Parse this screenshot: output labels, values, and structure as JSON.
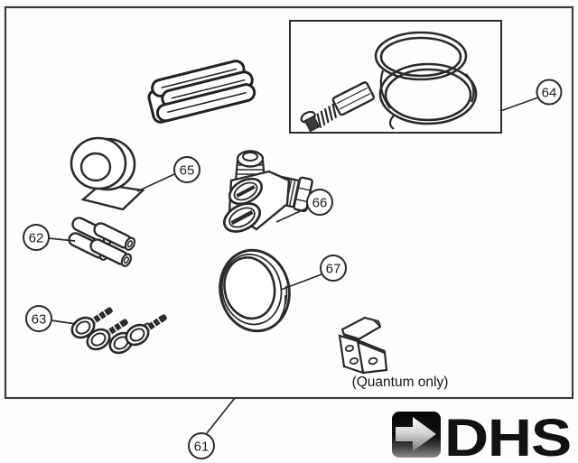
{
  "page": {
    "background": "#fdfdfc",
    "ink_color": "#2a2a2a",
    "box_stroke_color": "#3c3c3c"
  },
  "diagram": {
    "caption_quantum": "(Quantum only)",
    "callouts": [
      {
        "number": "61",
        "depicts": "kit-contents-box"
      },
      {
        "number": "62",
        "depicts": "small-tube-sleeves"
      },
      {
        "number": "63",
        "depicts": "eyelet-screws"
      },
      {
        "number": "64",
        "depicts": "coiled-tubing-with-fitting-boxed"
      },
      {
        "number": "65",
        "depicts": "tape-roll"
      },
      {
        "number": "66",
        "depicts": "service-valve"
      },
      {
        "number": "67",
        "depicts": "o-ring-seal"
      }
    ]
  },
  "logo": {
    "text": "DHS",
    "square_color": "#0a0a0a",
    "arrow_color": "#d6d6d6"
  }
}
